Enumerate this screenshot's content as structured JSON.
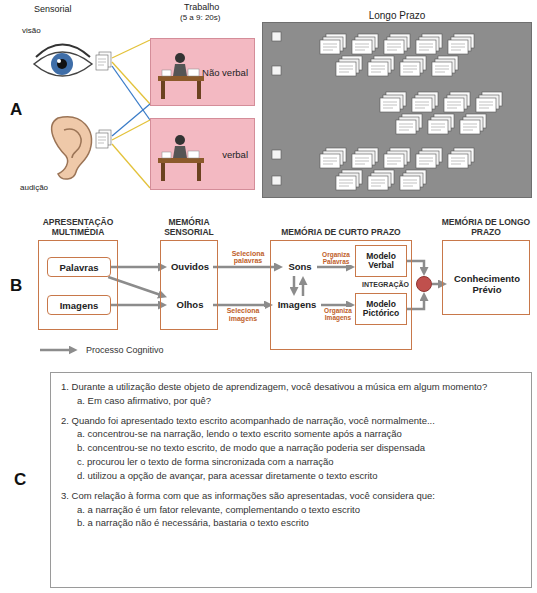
{
  "diagram": {
    "nodes": [
      {
        "text": [
          "Não verbal"
        ]
      },
      {
        "text": [
          "verbal"
        ]
      },
      {
        "text": [
          "Longo Prazo"
        ]
      },
      {
        "text": [
          "APRESENTAÇÃO MULTIMÉDIA"
        ]
      },
      {
        "text": [
          "Palavras"
        ],
        "in": 3
      },
      {
        "text": [
          "Imagens"
        ],
        "in": 3
      },
      {
        "text": [
          "MEMÓRIA SENSORIAL"
        ]
      },
      {
        "text": [
          "Ouvidos"
        ],
        "in": 6
      },
      {
        "text": [
          "Olhos"
        ],
        "in": 6
      },
      {
        "text": [
          "MEMÓRIA DE CURTO PRAZO"
        ]
      },
      {
        "text": [
          "Sons"
        ],
        "in": 9
      },
      {
        "text": [
          "Imagens"
        ],
        "in": 9
      },
      {
        "text": [
          "Modelo Verbal"
        ],
        "in": 9
      },
      {
        "text": [
          "Modelo Pictórico"
        ],
        "in": 9
      },
      {
        "text": [
          "INTEGRAÇÃO"
        ]
      },
      {
        "text": [
          "MEMÓRIA DE LONGO PRAZO"
        ]
      },
      {
        "text": [
          "Conhecimento Prévio"
        ],
        "in": 15
      },
      {
        "text": [
          "1. Durante a utilização deste objeto de aprendizagem, você desativou a música em algum momento?",
          "a. Em caso afirmativo, por quê?",
          "2. Quando foi apresentado texto escrito acompanhado de narração, você normalmente...",
          "a. concentrou-se na narração, lendo o texto escrito somente após a narração",
          "b. concentrou-se no texto escrito, de modo que a narração poderia ser dispensada",
          "c. procurou ler o texto de forma sincronizada com a narração",
          "d. utilizou a opção de avançar, para acessar diretamente o texto escrito",
          "3. Com relação à forma com que as informações são apresentadas, você considera que:",
          "a. a narração é um fator relevante, complementando o texto escrito",
          "b. a narração não é necessária, bastaria o texto escrito"
        ]
      }
    ],
    "edges": [
      {
        "from": 4,
        "to": 7,
        "arrow": "to"
      },
      {
        "from": 4,
        "to": 8,
        "arrow": "to"
      },
      {
        "from": 5,
        "to": 8,
        "arrow": "to"
      },
      {
        "from": 7,
        "to": 10,
        "label": "Seleciona palavras",
        "arrow": "to"
      },
      {
        "from": 8,
        "to": 11,
        "label": "Seleciona imagens",
        "arrow": "to"
      },
      {
        "from": 10,
        "to": 11,
        "arrow": "to"
      },
      {
        "from": 11,
        "to": 10,
        "arrow": "to"
      },
      {
        "from": 10,
        "to": 12,
        "label": "Organiza Palavras",
        "arrow": "to"
      },
      {
        "from": 11,
        "to": 13,
        "label": "Organiza Imagens",
        "arrow": "to"
      },
      {
        "from": 12,
        "to": 14,
        "arrow": "to"
      },
      {
        "from": 13,
        "to": 14,
        "arrow": "to"
      },
      {
        "from": 14,
        "to": 16,
        "arrow": "to"
      }
    ],
    "labels": [
      "A",
      "Sensorial",
      "Trabalho",
      "(5 a 9: 20s)",
      "visão",
      "audição",
      "B",
      "C"
    ],
    "legend": [
      {
        "text": "Processo Cognitivo"
      }
    ]
  }
}
